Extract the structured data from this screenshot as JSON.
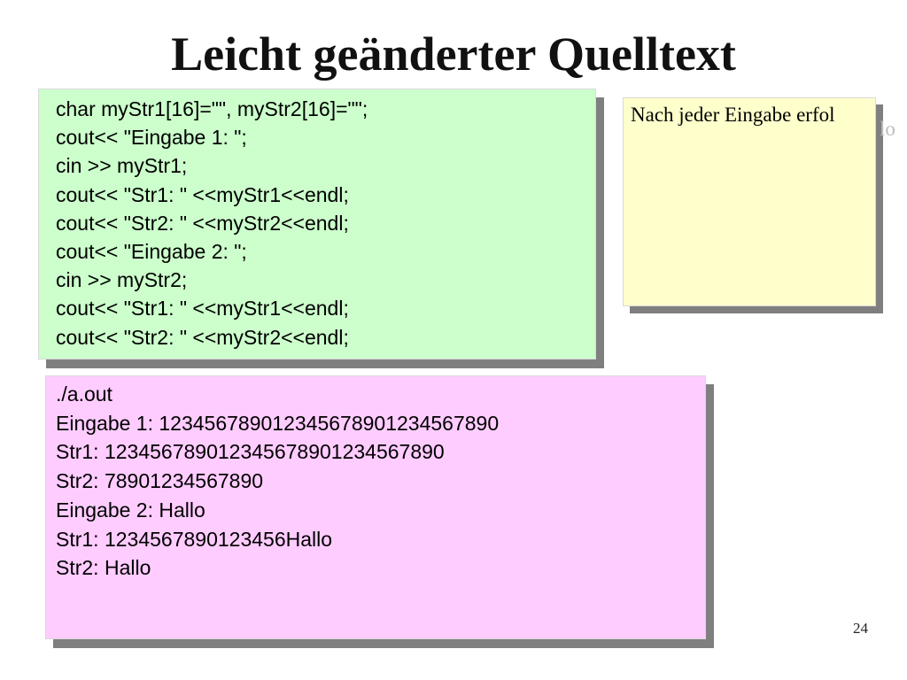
{
  "slide": {
    "title": "Leicht geänderter Quelltext",
    "page_number": "24"
  },
  "code_box": {
    "background": "#ccffcc",
    "lines": [
      "char myStr1[16]=\"\", myStr2[16]=\"\";",
      "cout<< \"Eingabe 1: \";",
      "cin >> myStr1;",
      "cout<< \"Str1: \" <<myStr1<<endl;",
      "cout<< \"Str2: \" <<myStr2<<endl;",
      "cout<< \"Eingabe 2: \";",
      "cin >> myStr2;",
      "cout<< \"Str1: \" <<myStr1<<endl;",
      "cout<< \"Str2: \" <<myStr2<<endl;"
    ]
  },
  "note_box": {
    "background": "#ffffcc",
    "text": "Nach jeder Eingabe erfol",
    "overflow_text": "lo"
  },
  "output_box": {
    "background": "#ffccff",
    "lines": [
      "./a.out",
      "Eingabe 1: 123456789012345678901234567890",
      "Str1: 123456789012345678901234567890",
      "Str2: 78901234567890",
      "Eingabe 2: Hallo",
      "Str1: 1234567890123456Hallo",
      "Str2: Hallo"
    ]
  }
}
